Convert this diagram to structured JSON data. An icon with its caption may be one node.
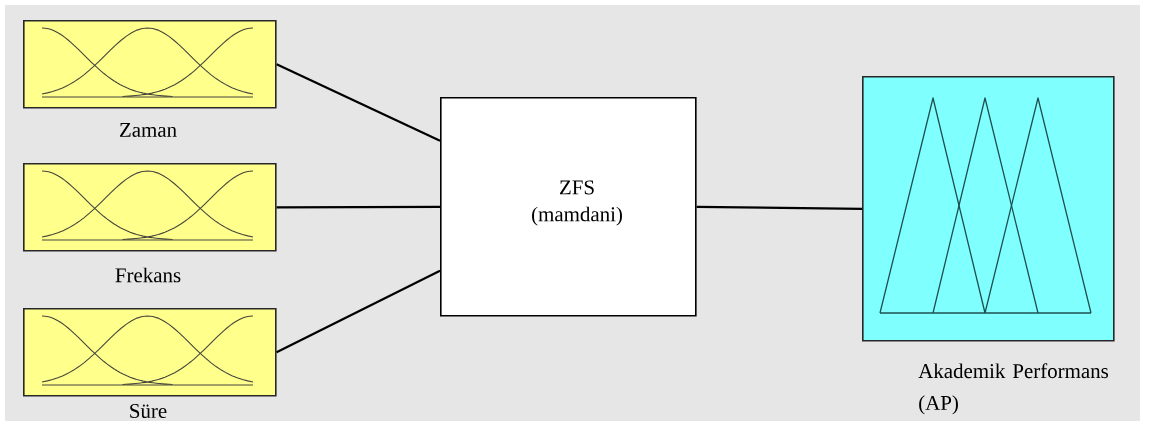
{
  "diagram": {
    "nodes": [
      {
        "text": [
          "Zaman"
        ]
      },
      {
        "text": [
          "Frekans"
        ]
      },
      {
        "text": [
          "Süre"
        ]
      },
      {
        "text": [
          "ZFS (mamdani)"
        ]
      },
      {
        "text": [
          "Akademik Performans (AP)"
        ]
      }
    ],
    "edges": [
      {
        "from": 0,
        "to": 3,
        "arrow": "none"
      },
      {
        "from": 1,
        "to": 3,
        "arrow": "none"
      },
      {
        "from": 2,
        "to": 3,
        "arrow": "none"
      },
      {
        "from": 3,
        "to": 4,
        "arrow": "none"
      }
    ]
  }
}
